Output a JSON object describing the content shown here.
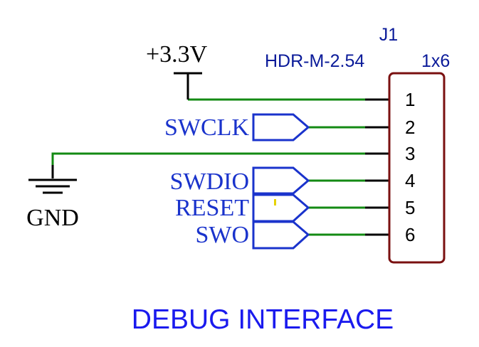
{
  "component": {
    "ref": "J1",
    "value": "HDR-M-2.54",
    "size": "1x6",
    "pins": [
      "1",
      "2",
      "3",
      "4",
      "5",
      "6"
    ]
  },
  "power": {
    "label": "+3.3V"
  },
  "ground": {
    "label": "GND"
  },
  "net_labels": {
    "swclk": "SWCLK",
    "swdio": "SWDIO",
    "reset": "RESET",
    "swo": "SWO"
  },
  "sheet_title": "DEBUG INTERFACE",
  "colors": {
    "wire": "#138a13",
    "label": "#1a33cc",
    "pin": "#000000",
    "connector": "#7a1010",
    "designator": "#0a1a99",
    "marker": "#e6d200"
  }
}
